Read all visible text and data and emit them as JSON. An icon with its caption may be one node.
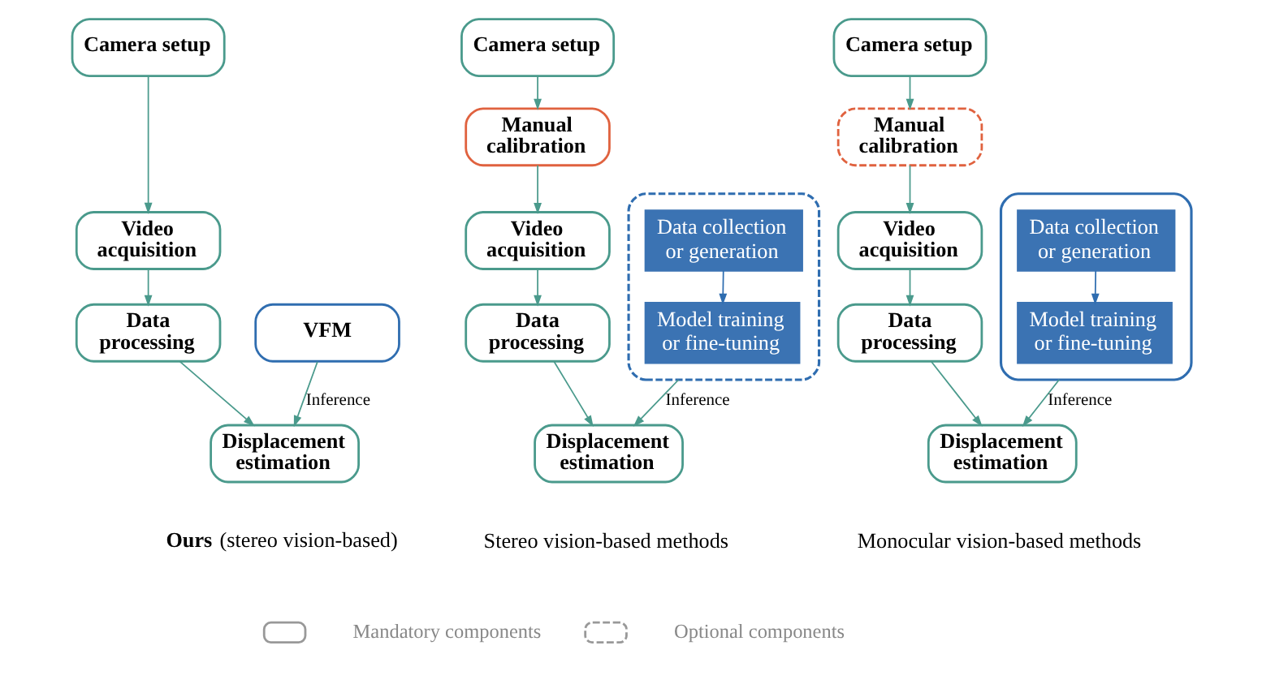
{
  "diagram": {
    "nodes": [
      {
        "text": [
          "Camera setup"
        ]
      },
      {
        "text": [
          "Video acquisition"
        ]
      },
      {
        "text": [
          "Data processing"
        ]
      },
      {
        "text": [
          "VFM"
        ]
      },
      {
        "text": [
          "Displacement estimation"
        ]
      },
      {
        "text": [
          "Camera setup"
        ]
      },
      {
        "text": [
          "Manual calibration"
        ]
      },
      {
        "text": [
          "Video acquisition"
        ]
      },
      {
        "text": [
          "Data processing"
        ]
      },
      {
        "text": [],
        "shape": "box"
      },
      {
        "text": [
          "Data collection or generation"
        ],
        "in": 9
      },
      {
        "text": [
          "Model training or fine-tuning"
        ],
        "in": 9
      },
      {
        "text": [
          "Displacement estimation"
        ]
      },
      {
        "text": [
          "Camera setup"
        ]
      },
      {
        "text": [
          "Manual calibration"
        ]
      },
      {
        "text": [
          "Video acquisition"
        ]
      },
      {
        "text": [
          "Data processing"
        ]
      },
      {
        "text": [],
        "shape": "box"
      },
      {
        "text": [
          "Data collection or generation"
        ],
        "in": 17
      },
      {
        "text": [
          "Model training or fine-tuning"
        ],
        "in": 17
      },
      {
        "text": [
          "Displacement estimation"
        ]
      }
    ],
    "edges": [
      {
        "from": 0,
        "to": 1,
        "arrow": "to"
      },
      {
        "from": 1,
        "to": 2,
        "arrow": "to"
      },
      {
        "from": 2,
        "to": 4,
        "arrow": "to"
      },
      {
        "from": 3,
        "to": 4,
        "arrow": "to",
        "label": "Inference"
      },
      {
        "from": 5,
        "to": 6,
        "arrow": "to"
      },
      {
        "from": 6,
        "to": 7,
        "arrow": "to"
      },
      {
        "from": 7,
        "to": 8,
        "arrow": "to"
      },
      {
        "from": 8,
        "to": 12,
        "arrow": "to"
      },
      {
        "from": 10,
        "to": 11,
        "arrow": "to",
        "color": "#2f6db0"
      },
      {
        "from": 9,
        "to": 12,
        "arrow": "to",
        "label": "Inference"
      },
      {
        "from": 13,
        "to": 14,
        "arrow": "to"
      },
      {
        "from": 14,
        "to": 15,
        "arrow": "to"
      },
      {
        "from": 15,
        "to": 16,
        "arrow": "to"
      },
      {
        "from": 16,
        "to": 20,
        "arrow": "to"
      },
      {
        "from": 18,
        "to": 19,
        "arrow": "to",
        "color": "#2f6db0"
      },
      {
        "from": 17,
        "to": 20,
        "arrow": "to",
        "label": "Inference"
      }
    ],
    "labels": [
      "**Ours** (stereo vision-based)",
      "Stereo vision-based methods",
      "Monocular vision-based methods"
    ],
    "legend": [
      {
        "text": "Mandatory components"
      },
      {
        "text": "Optional components"
      }
    ]
  }
}
